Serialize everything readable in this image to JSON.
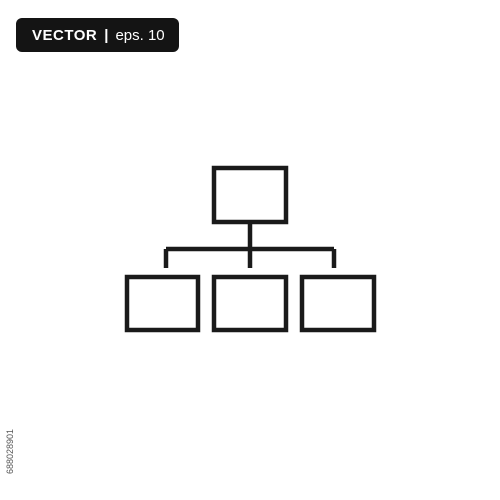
{
  "badge": {
    "label_strong": "VECTOR",
    "separator": "|",
    "label_format": "eps. 10"
  },
  "icon": {
    "name": "hierarchy-org-chart-icon",
    "stroke_color": "#1a1a1a"
  },
  "stock_id": "688028901",
  "colors": {
    "background": "#ffffff",
    "badge_background": "#141414",
    "badge_text": "#ffffff"
  }
}
